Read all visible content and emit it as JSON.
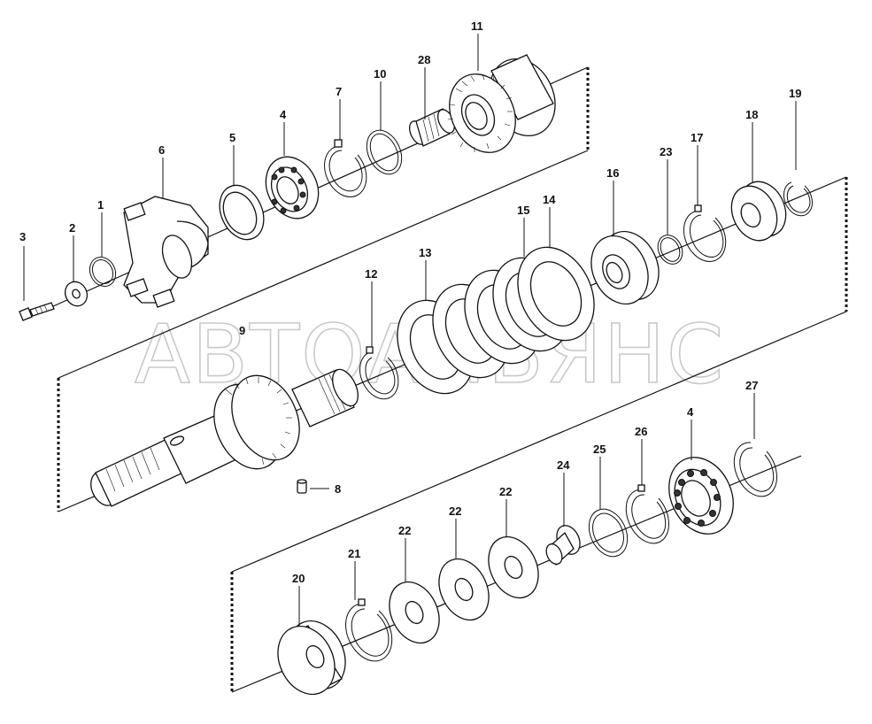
{
  "watermark": "АВТОАЛЬЯНС",
  "callouts": [
    {
      "id": "c1",
      "label": "1"
    },
    {
      "id": "c2",
      "label": "2"
    },
    {
      "id": "c3",
      "label": "3"
    },
    {
      "id": "c4a",
      "label": "4"
    },
    {
      "id": "c5",
      "label": "5"
    },
    {
      "id": "c6",
      "label": "6"
    },
    {
      "id": "c7",
      "label": "7"
    },
    {
      "id": "c10",
      "label": "10"
    },
    {
      "id": "c28",
      "label": "28"
    },
    {
      "id": "c11",
      "label": "11"
    },
    {
      "id": "c16",
      "label": "16"
    },
    {
      "id": "c23",
      "label": "23"
    },
    {
      "id": "c17",
      "label": "17"
    },
    {
      "id": "c18",
      "label": "18"
    },
    {
      "id": "c19",
      "label": "19"
    },
    {
      "id": "c15",
      "label": "15"
    },
    {
      "id": "c14",
      "label": "14"
    },
    {
      "id": "c13",
      "label": "13"
    },
    {
      "id": "c12",
      "label": "12"
    },
    {
      "id": "c9",
      "label": "9"
    },
    {
      "id": "c8",
      "label": "8"
    },
    {
      "id": "c27",
      "label": "27"
    },
    {
      "id": "c4b",
      "label": "4"
    },
    {
      "id": "c26",
      "label": "26"
    },
    {
      "id": "c25",
      "label": "25"
    },
    {
      "id": "c24",
      "label": "24"
    },
    {
      "id": "c22a",
      "label": "22"
    },
    {
      "id": "c22b",
      "label": "22"
    },
    {
      "id": "c22c",
      "label": "22"
    },
    {
      "id": "c21",
      "label": "21"
    },
    {
      "id": "c20",
      "label": "20"
    }
  ]
}
